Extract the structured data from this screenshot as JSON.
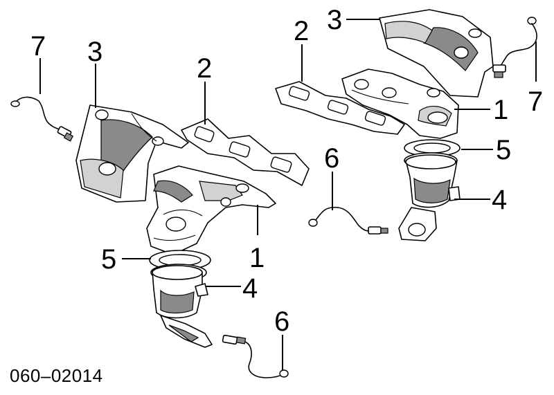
{
  "callouts": {
    "left_exhaust_manifold": "1",
    "left_manifold_gasket": "2",
    "left_heat_shield": "3",
    "left_catalytic_converter": "4",
    "left_converter_gasket": "5",
    "left_lower_oxygen_sensor": "6",
    "left_upper_oxygen_sensor": "7",
    "right_exhaust_manifold": "1",
    "right_manifold_gasket": "2",
    "right_heat_shield": "3",
    "right_catalytic_converter": "4",
    "right_converter_gasket": "5",
    "right_lower_oxygen_sensor": "6",
    "right_upper_oxygen_sensor": "7"
  },
  "figure_number": "060–02014"
}
